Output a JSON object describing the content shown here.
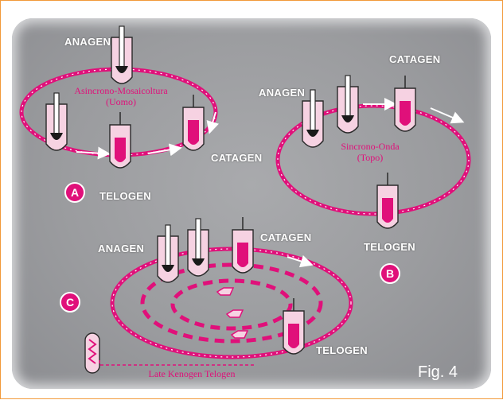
{
  "labels": {
    "a_anagen": "ANAGEN",
    "a_catagen": "CATAGEN",
    "a_telogen": "TELOGEN",
    "b_anagen": "ANAGEN",
    "b_catagen": "CATAGEN",
    "b_telogen": "TELOGEN",
    "c_anagen": "ANAGEN",
    "c_catagen": "CATAGEN",
    "c_telogen": "TELOGEN"
  },
  "captions": {
    "a_line1": "Asincrono-Mosaicoltura",
    "a_line2": "(Uomo)",
    "b_line1": "Sincrono-Onda",
    "b_line2": "(Topo)",
    "c_caption": "Late Kenogen Telogen"
  },
  "badges": {
    "a": "A",
    "b": "B",
    "c": "C"
  },
  "figure_label": "Fig. 4",
  "colors": {
    "magenta": "#e0107a",
    "pink_fill": "#f6d2e2",
    "panel_gray": "#9b9c9f",
    "frame_orange": "#f29a3a"
  }
}
